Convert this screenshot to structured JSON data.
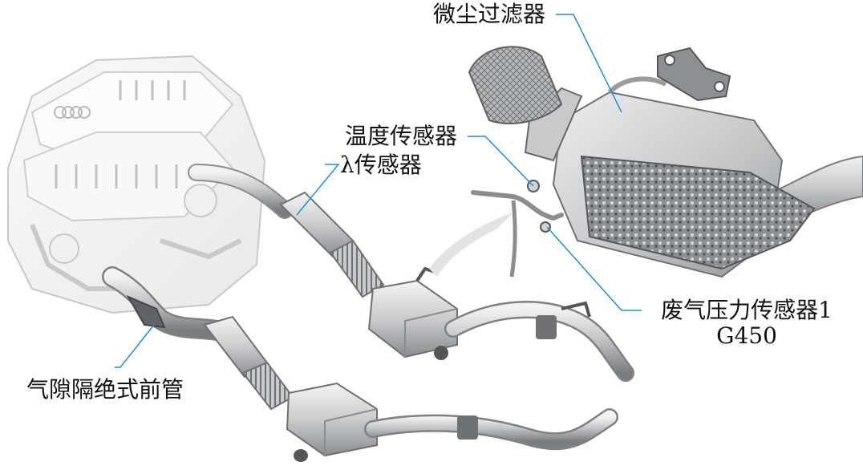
{
  "labels": {
    "dpf": "微尘过滤器",
    "temp_sensor": "温度传感器",
    "lambda_sensor": "λ传感器",
    "pressure_sensor_line1": "废气压力传感器1",
    "pressure_sensor_line2": "G450",
    "front_pipe": "气隙隔绝式前管"
  },
  "colors": {
    "leader_line": "#1f8fd0",
    "metal_light": "#e8e9ea",
    "metal_mid": "#b9bcbf",
    "metal_dark": "#6d7074"
  }
}
